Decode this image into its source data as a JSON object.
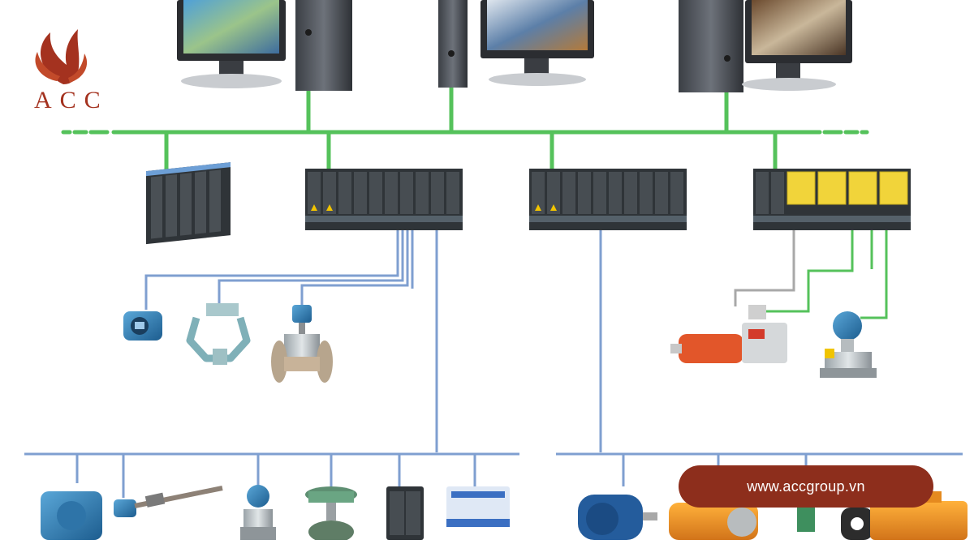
{
  "logo": {
    "text": "ACC",
    "brand_color": "#a4321f"
  },
  "website": {
    "url": "www.accgroup.vn",
    "pill_color": "#8d2e1c"
  },
  "network_colors": {
    "ethernet": "#55c25b",
    "fieldbus": "#7f9fd0",
    "signal": "#a8a8a8"
  },
  "devices": {
    "workstations": [
      "workstation-1",
      "workstation-2",
      "workstation-3"
    ],
    "controllers": [
      "controller-rack-small",
      "controller-rack-1",
      "controller-rack-2",
      "controller-rack-io"
    ],
    "field_devices_upper": [
      "transmitter",
      "coriolis-meter",
      "vortex-flowmeter",
      "valve-actuator",
      "pressure-transmitter"
    ],
    "field_devices_lower": [
      "explosion-proof-housing",
      "temperature-probe",
      "pressure-transmitter",
      "control-valve",
      "io-module",
      "relay-module",
      "electric-motor",
      "motor-drive",
      "sensor",
      "connector",
      "power-unit"
    ]
  }
}
